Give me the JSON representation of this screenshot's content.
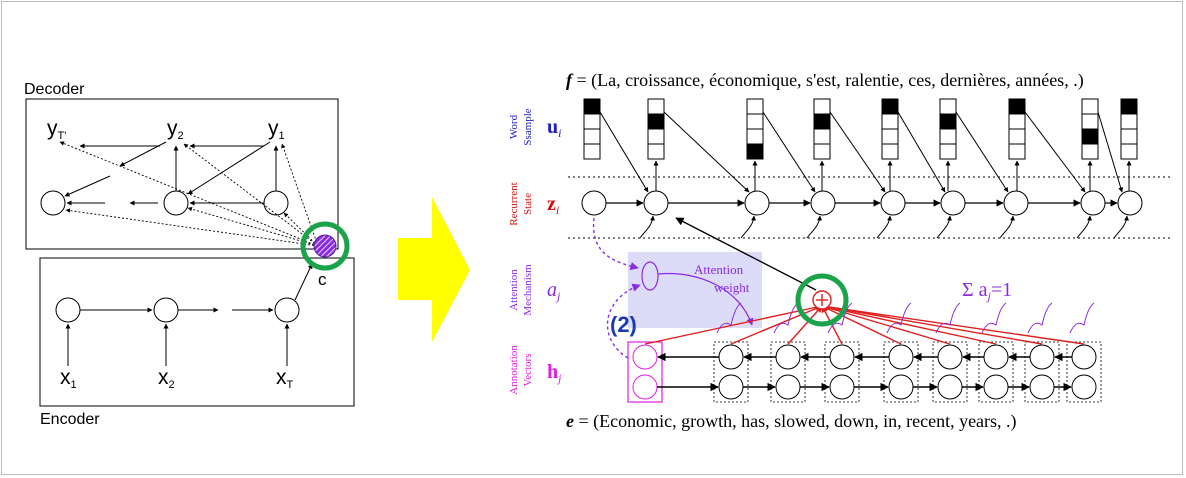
{
  "left_diagram": {
    "decoder_label": "Decoder",
    "encoder_label": "Encoder",
    "outputs": [
      {
        "base": "y",
        "sub": "T'"
      },
      {
        "base": "y",
        "sub": "2"
      },
      {
        "base": "y",
        "sub": "1"
      }
    ],
    "inputs": [
      {
        "base": "x",
        "sub": "1"
      },
      {
        "base": "x",
        "sub": "2"
      },
      {
        "base": "x",
        "sub": "T"
      }
    ],
    "context_label": "c"
  },
  "arrow": {
    "color": "#ffff00"
  },
  "right_diagram": {
    "target_label": "f",
    "target_sentence": " = (La, croissance, économique, s'est, ralentie, ces, dernières, années, .)",
    "source_label": "e",
    "source_sentence": " = (Economic, growth, has, slowed, down, in, recent, years, .)",
    "row_labels": [
      {
        "line1": "Word",
        "line2": "Ssample",
        "symbol": "u",
        "sub": "i",
        "color": "#2020c0"
      },
      {
        "line1": "Recurrent",
        "line2": "State",
        "symbol": "z",
        "sub": "i",
        "color": "#d01010"
      },
      {
        "line1": "Attention",
        "line2": "Mechanism",
        "symbol": "a",
        "sub": "j",
        "color": "#8a2be2"
      },
      {
        "line1": "Annotation",
        "line2": "Vectors",
        "symbol": "h",
        "sub": "j",
        "color": "#e020e0"
      }
    ],
    "attention_text_1": "Attention",
    "attention_text_2": "weight",
    "step_label": "(2)",
    "sum_label": "Σ a",
    "sum_sub": "j",
    "sum_rhs": "=1",
    "word_sample_fills": [
      0,
      1,
      3,
      1,
      0,
      1,
      0,
      2
    ]
  },
  "colors": {
    "highlight": "#1aa34a",
    "attention": "#8a2be2",
    "annotation": "#e020e0",
    "red_lines": "#e02020",
    "attention_box": "#dcdcf8",
    "step_label": "#1a3ab8"
  }
}
